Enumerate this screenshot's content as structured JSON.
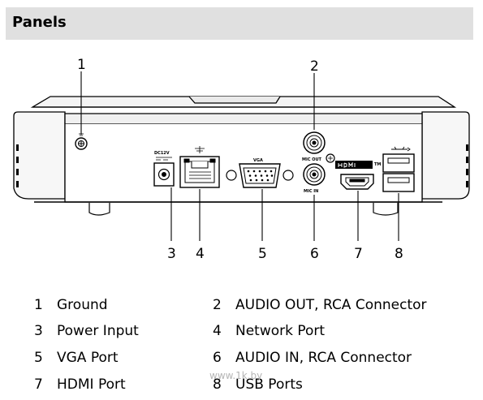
{
  "header": {
    "title": "Panels"
  },
  "diagram": {
    "callouts": [
      "1",
      "2",
      "3",
      "4",
      "5",
      "6",
      "7",
      "8"
    ],
    "panel_labels": {
      "dc": "DC12V",
      "vga": "VGA",
      "mic_out": "MIC OUT",
      "mic_in": "MIC IN",
      "hdmi_tm": "TM"
    }
  },
  "legend": [
    {
      "num": "1",
      "label": "Ground"
    },
    {
      "num": "2",
      "label": "AUDIO OUT, RCA Connector"
    },
    {
      "num": "3",
      "label": "Power Input"
    },
    {
      "num": "4",
      "label": "Network Port"
    },
    {
      "num": "5",
      "label": "VGA Port"
    },
    {
      "num": "6",
      "label": "AUDIO IN, RCA Connector"
    },
    {
      "num": "7",
      "label": "HDMI Port"
    },
    {
      "num": "8",
      "label": "USB Ports"
    }
  ],
  "watermark": "www.1k.by"
}
